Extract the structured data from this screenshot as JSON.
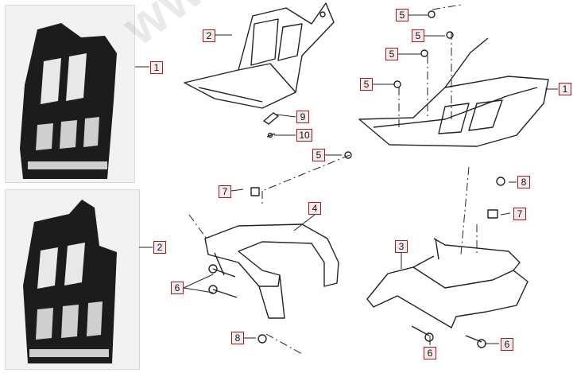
{
  "watermark": "www.tgbersatzteile.de",
  "callouts": {
    "c1_photo": "1",
    "c2_photo": "2",
    "c2": "2",
    "c9": "9",
    "c10": "10",
    "c5a": "5",
    "c5b": "5",
    "c5c": "5",
    "c5d": "5",
    "c5e": "5",
    "c1": "1",
    "c7a": "7",
    "c4": "4",
    "c6a": "6",
    "c8a": "8",
    "c8b": "8",
    "c7b": "7",
    "c3": "3",
    "c6b": "6",
    "c6c": "6"
  },
  "colors": {
    "callout_border": "#b01818",
    "line": "#222222",
    "photo_part": "#1c1c1c"
  }
}
